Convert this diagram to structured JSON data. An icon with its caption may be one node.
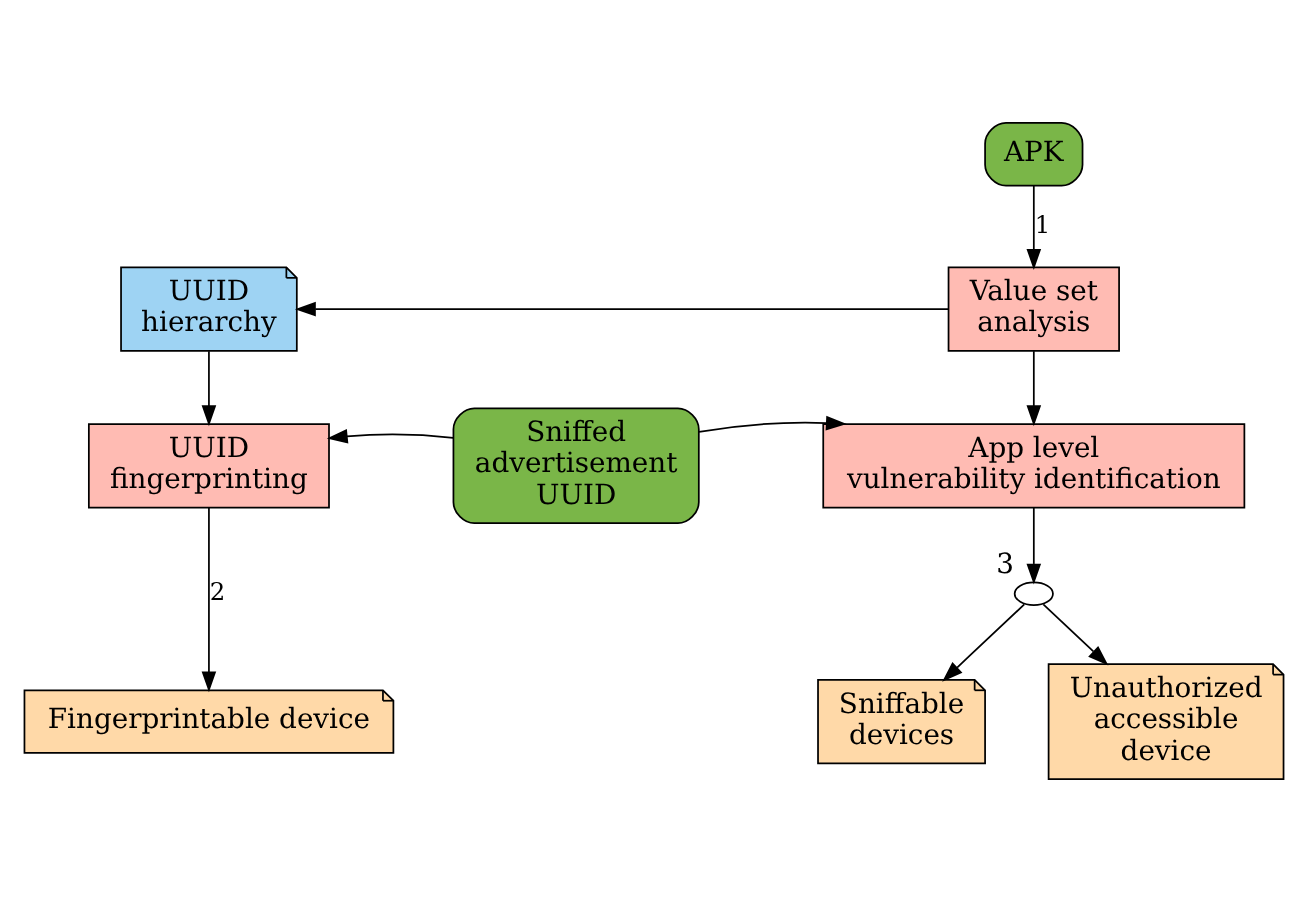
{
  "diagram": {
    "nodes": [
      {
        "text": [
          "APK"
        ]
      },
      {
        "text": [
          "Value set analysis"
        ]
      },
      {
        "text": [
          "UUID hierarchy"
        ]
      },
      {
        "text": [
          "UUID fingerprinting"
        ]
      },
      {
        "text": [
          "Sniffed advertisement UUID"
        ]
      },
      {
        "text": [
          "App level vulnerability identification"
        ]
      },
      {
        "text": [
          "Fingerprintable device"
        ]
      },
      {
        "text": [],
        "shape": "circle",
        "beside": [
          "3"
        ]
      },
      {
        "text": [
          "Unauthorized accessible device"
        ]
      },
      {
        "text": [
          "Sniffable devices"
        ]
      }
    ],
    "edges": [
      {
        "from": 0,
        "to": 1,
        "arrow": "to",
        "label": "1"
      },
      {
        "from": 1,
        "to": 2,
        "arrow": "to"
      },
      {
        "from": 1,
        "to": 5,
        "arrow": "to"
      },
      {
        "from": 2,
        "to": 3,
        "arrow": "to"
      },
      {
        "from": 4,
        "to": 3,
        "arrow": "to"
      },
      {
        "from": 4,
        "to": 5,
        "arrow": "to"
      },
      {
        "from": 3,
        "to": 6,
        "arrow": "to",
        "label": "2"
      },
      {
        "from": 5,
        "to": 7,
        "arrow": "to"
      },
      {
        "from": 7,
        "to": 8,
        "arrow": "to"
      },
      {
        "from": 7,
        "to": 9,
        "arrow": "to"
      }
    ]
  }
}
